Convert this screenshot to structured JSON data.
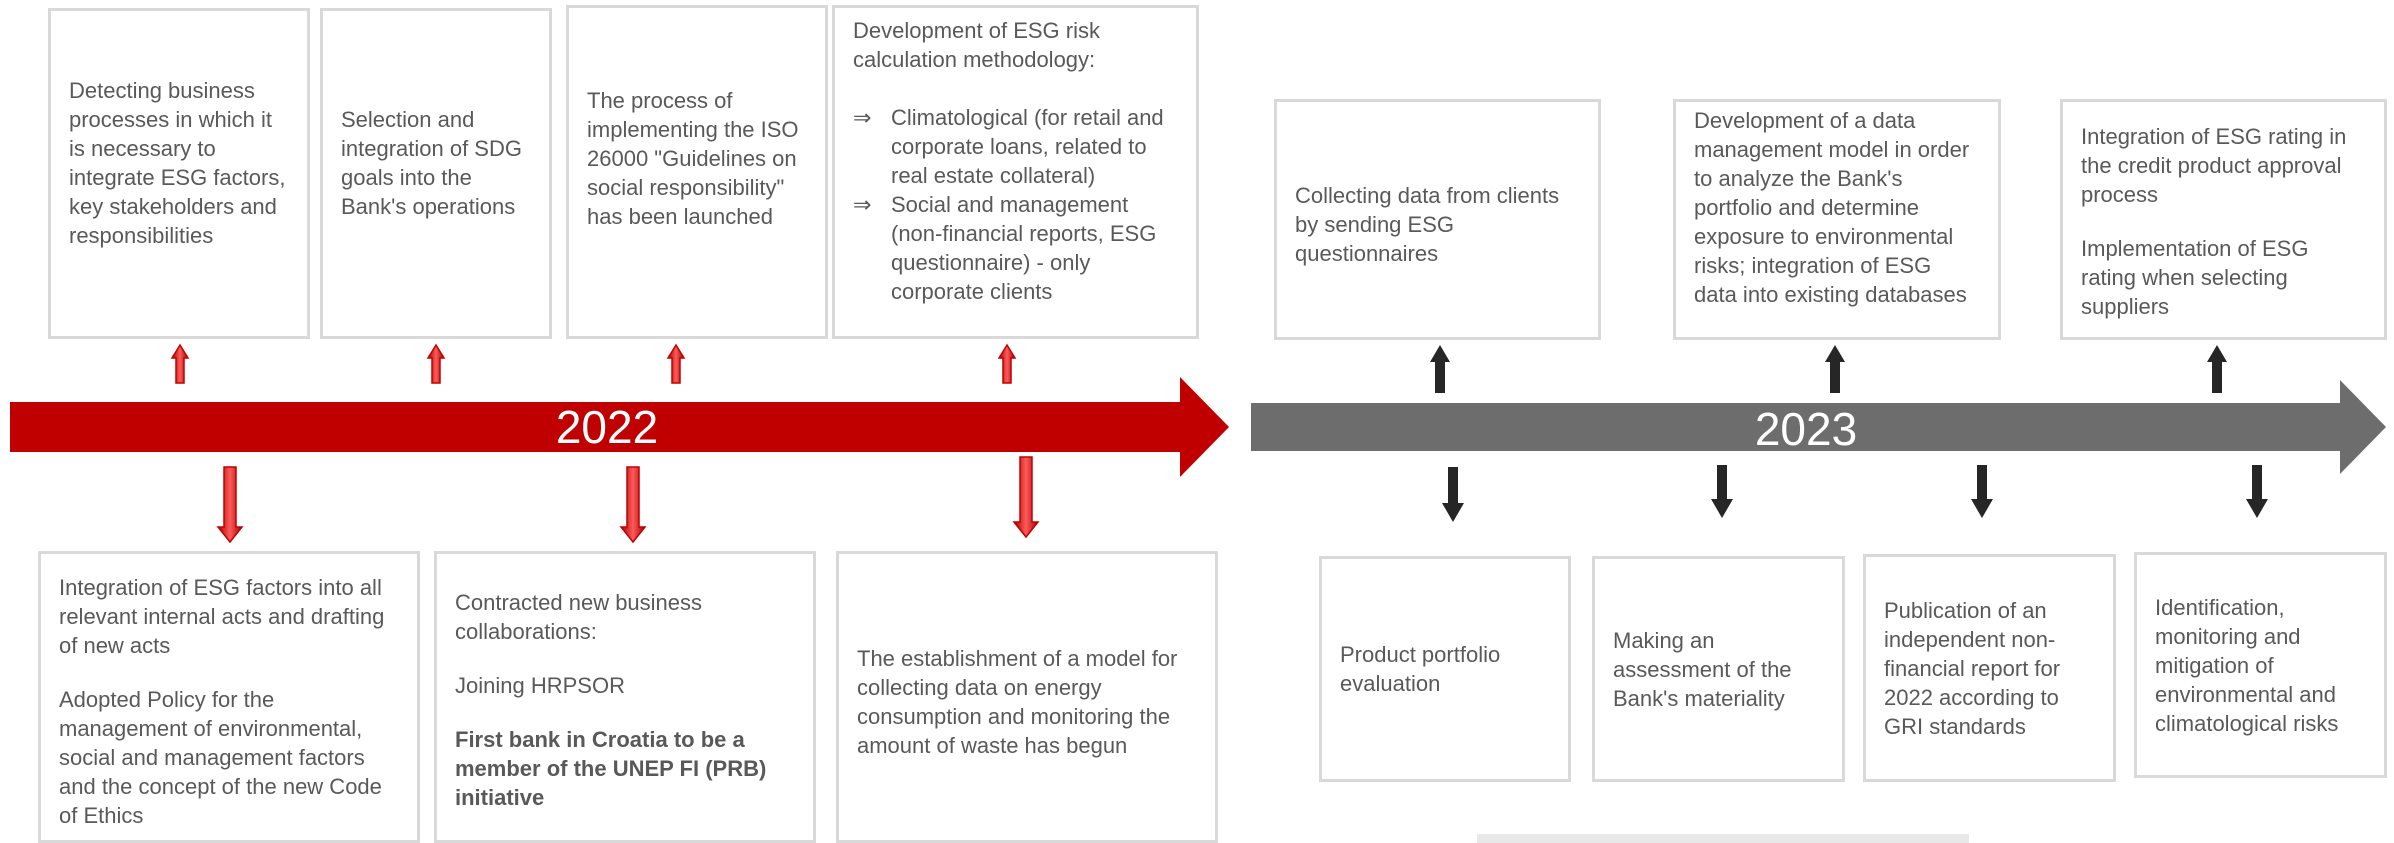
{
  "colors": {
    "red": "#c00000",
    "gray": "#6d6d6d",
    "box_border": "#d9d9d9",
    "text": "#595959"
  },
  "timeline": [
    {
      "year": "2022",
      "color": "red"
    },
    {
      "year": "2023",
      "color": "gray"
    }
  ],
  "y2022": {
    "top": [
      {
        "text": "Detecting business processes in which it is necessary to integrate ESG factors, key stakeholders and responsibilities"
      },
      {
        "text": "Selection and integration of SDG goals into the Bank's operations"
      },
      {
        "text": "The process of implementing the ISO 26000 \"Guidelines on social responsibility\" has been launched"
      },
      {
        "title": "Development of ESG risk calculation methodology:",
        "bullet_marker": "⇒",
        "bullets": [
          "Climatological (for retail and corporate loans, related to real estate collateral)",
          "Social and management (non-financial reports, ESG questionnaire) - only corporate clients"
        ]
      }
    ],
    "bottom": [
      {
        "p1": "Integration of ESG factors into all relevant internal acts and drafting of new acts",
        "p2": "Adopted Policy for the management of environmental, social and management factors and the concept of the new Code of Ethics"
      },
      {
        "p1": "Contracted new business collaborations:",
        "p2": "Joining HRPSOR",
        "p3": "First bank in Croatia to be a member of the UNEP FI (PRB) initiative"
      },
      {
        "text": "The establishment of a model for collecting data on energy consumption and monitoring the amount of waste has begun"
      }
    ]
  },
  "y2023": {
    "top": [
      {
        "text": "Collecting data from clients by sending ESG questionnaires"
      },
      {
        "text": "Development of a data management model in order to analyze the Bank's portfolio and determine exposure to environmental risks; integration of ESG data into existing databases"
      },
      {
        "p1": "Integration of ESG rating in the credit product approval process",
        "p2": "Implementation of ESG rating when selecting suppliers"
      }
    ],
    "bottom": [
      {
        "text": "Product portfolio evaluation"
      },
      {
        "text": "Making an assessment of the Bank's materiality"
      },
      {
        "text": "Publication of an independent non-financial report for 2022 according to GRI standards"
      },
      {
        "text": "Identification, monitoring and mitigation of environmental and climatological risks"
      }
    ]
  }
}
